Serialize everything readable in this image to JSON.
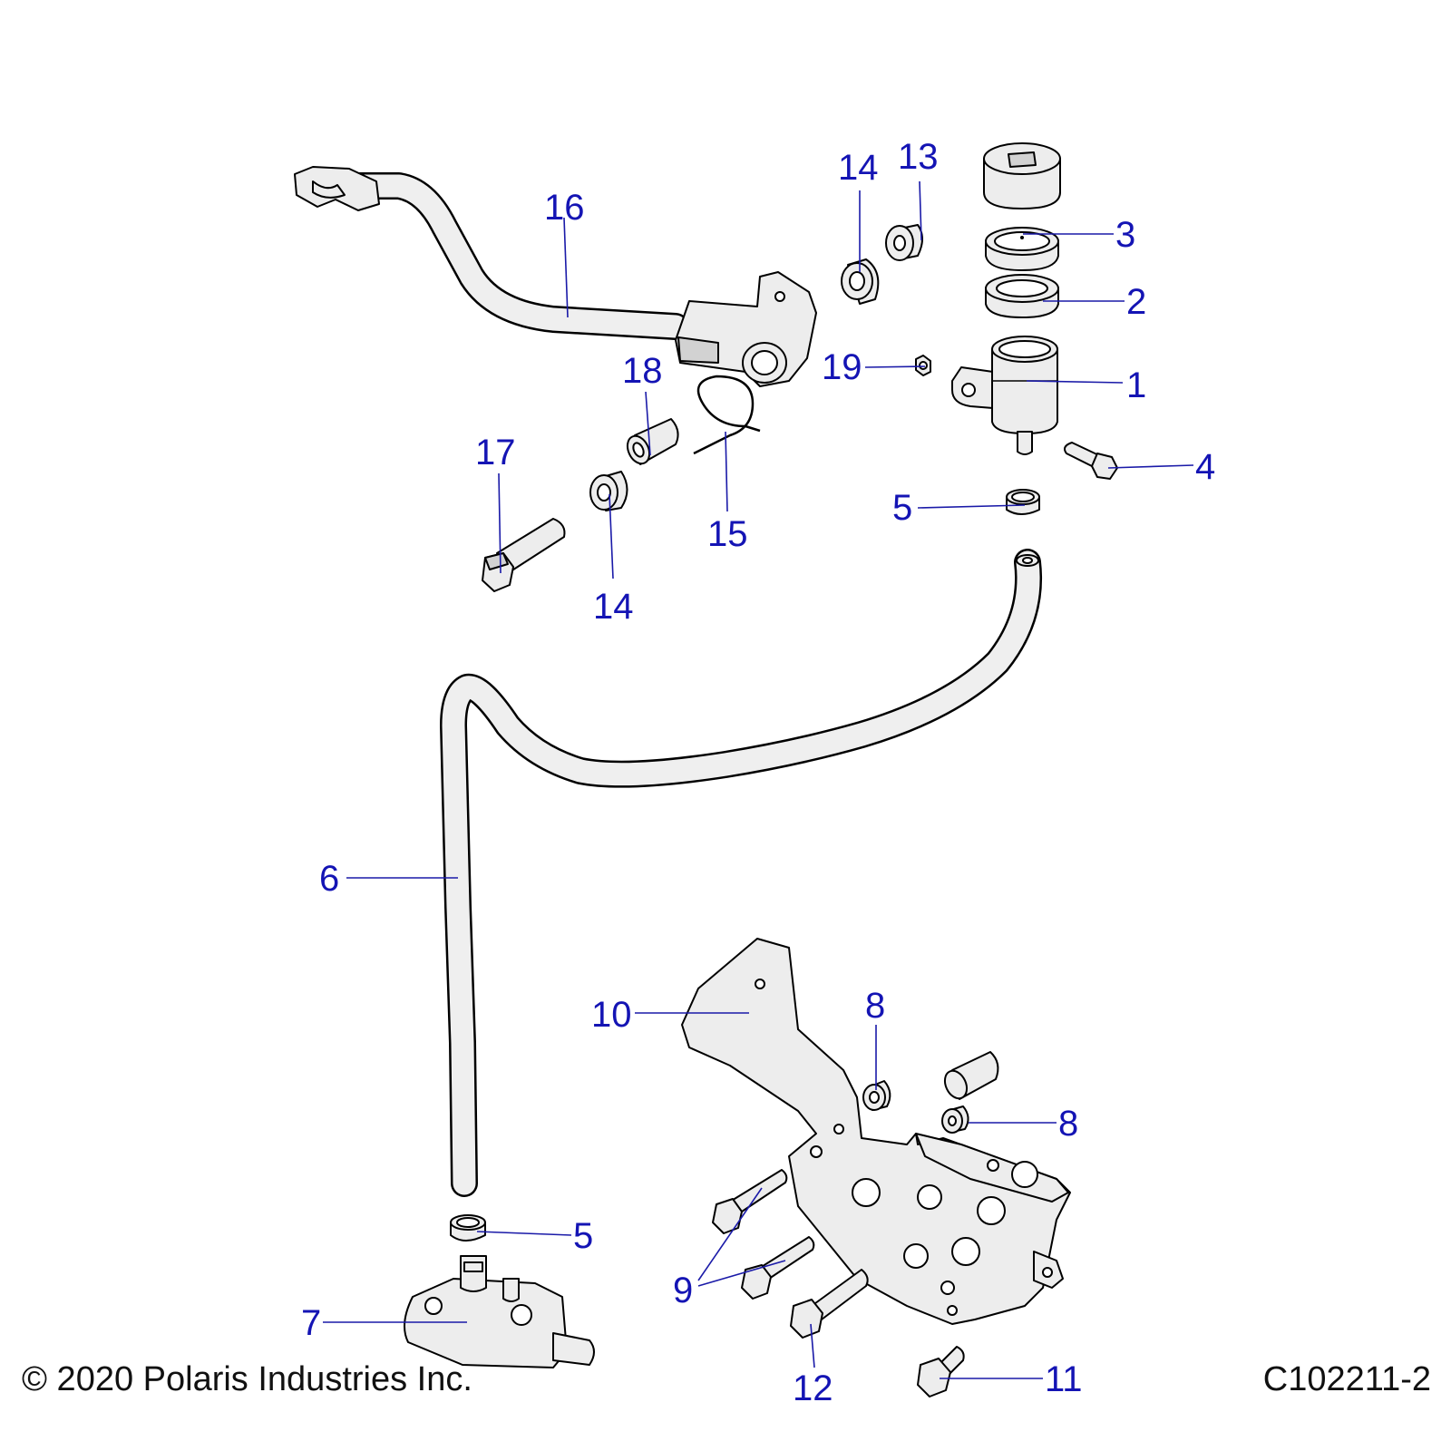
{
  "callouts": {
    "c1": "1",
    "c2": "2",
    "c3": "3",
    "c4": "4",
    "c5a": "5",
    "c5b": "5",
    "c6": "6",
    "c7": "7",
    "c8a": "8",
    "c8b": "8",
    "c9": "9",
    "c10": "10",
    "c11": "11",
    "c12": "12",
    "c13": "13",
    "c14a": "14",
    "c14b": "14",
    "c15": "15",
    "c16": "16",
    "c17": "17",
    "c18": "18",
    "c19": "19"
  },
  "footer": {
    "copyright": "© 2020 Polaris Industries Inc.",
    "figure_id": "C102211-2"
  }
}
